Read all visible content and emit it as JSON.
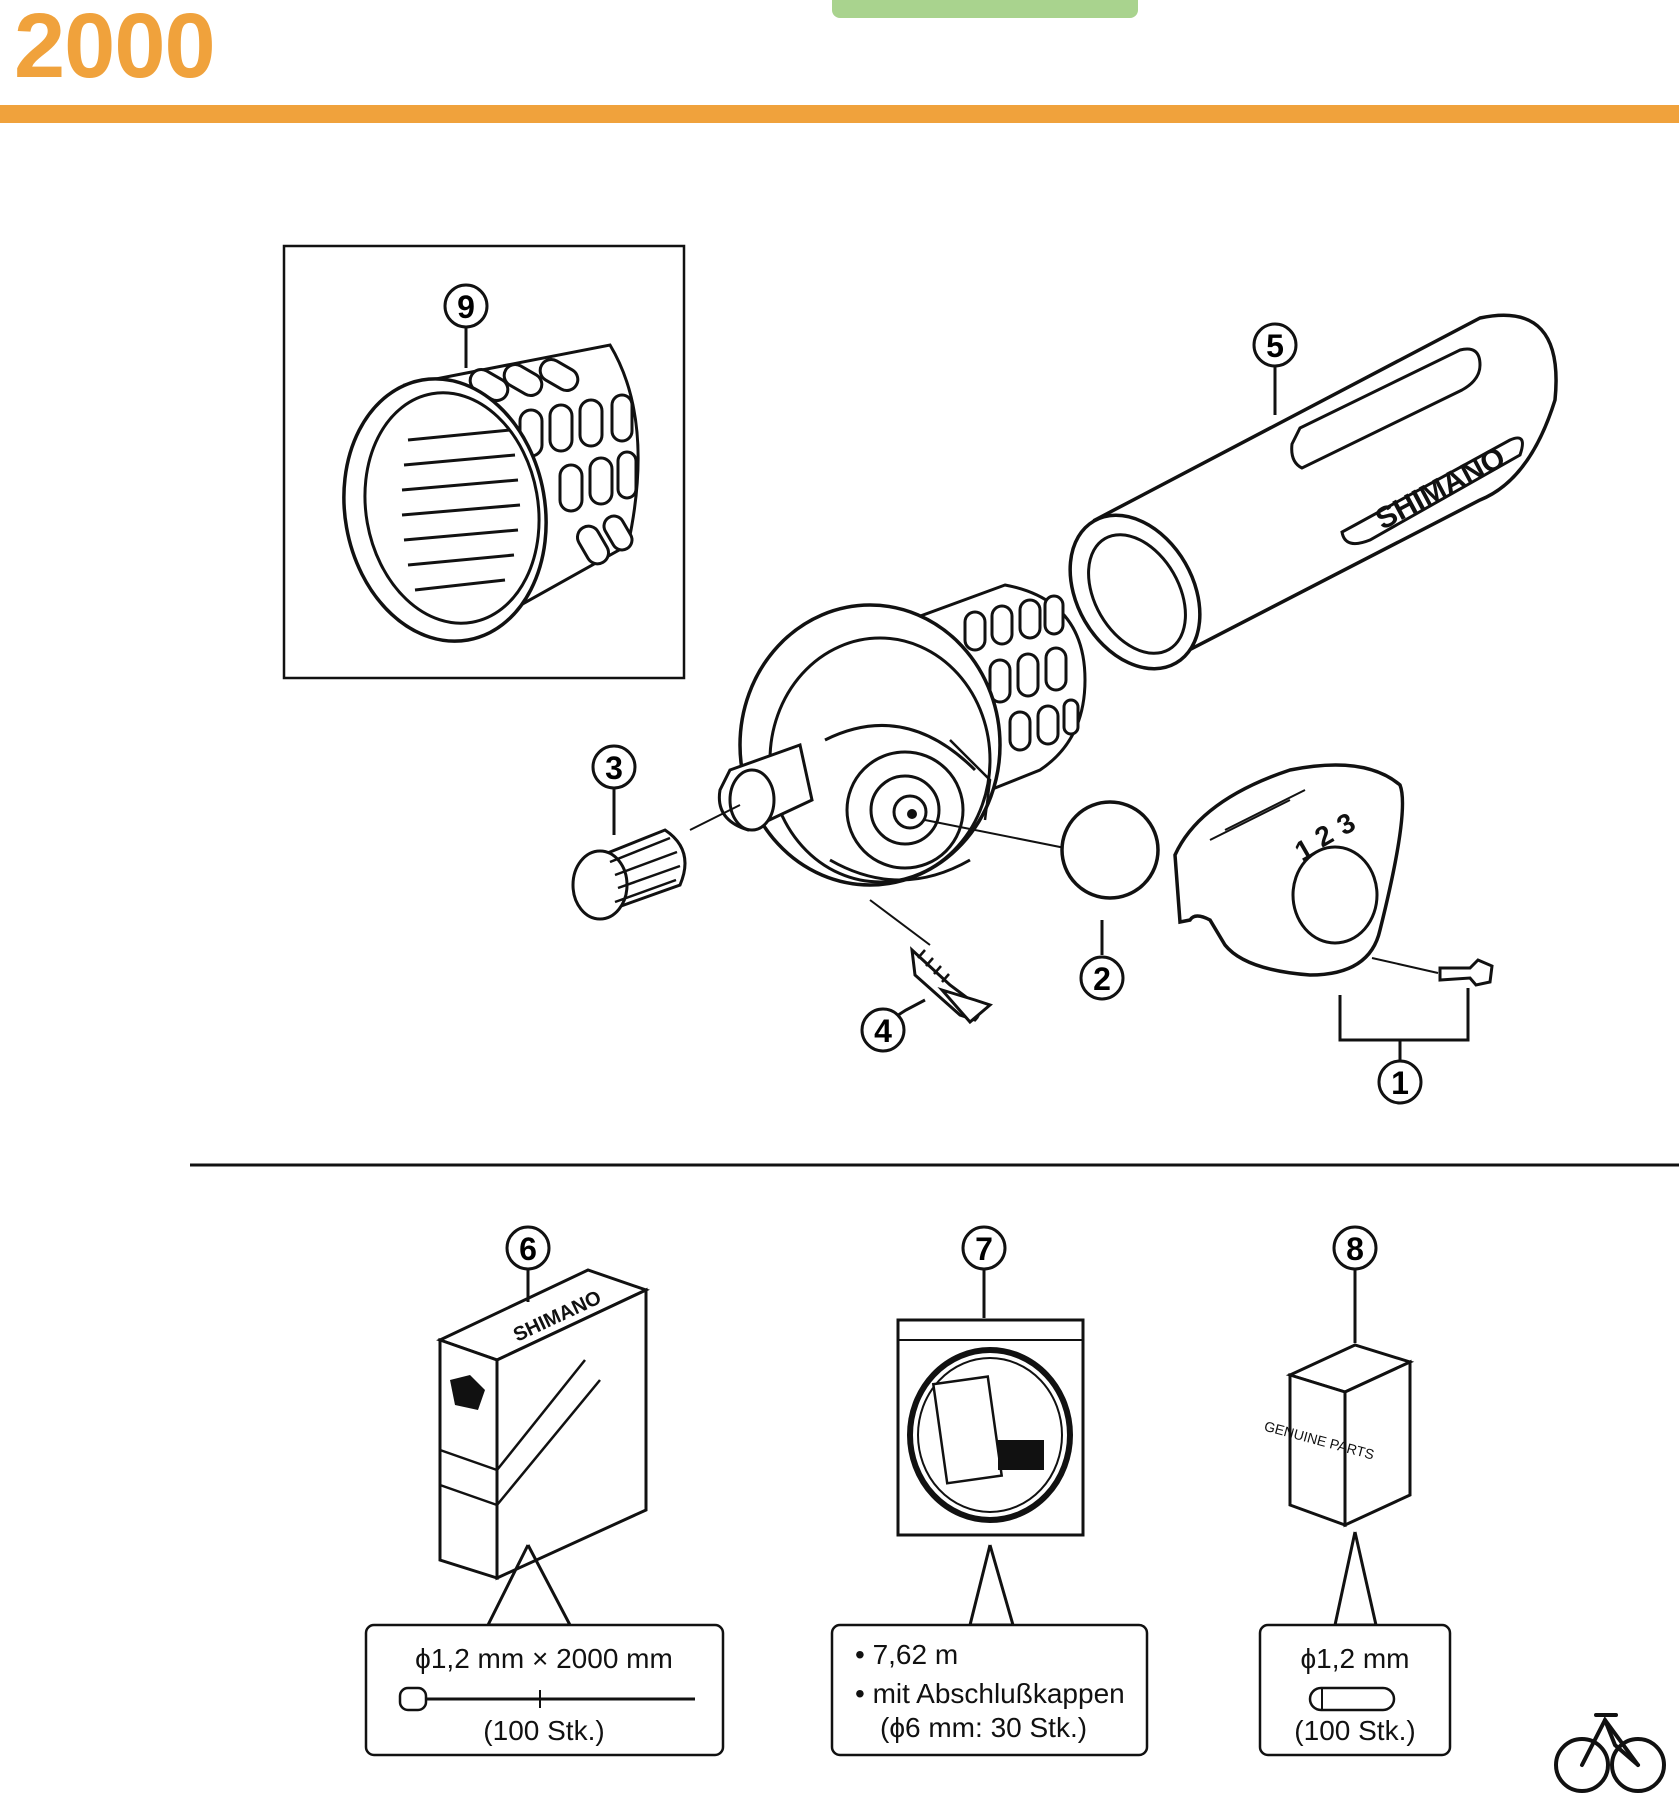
{
  "header": {
    "title": "2000",
    "accent_color": "#F0A23C",
    "tab_color": "#A9D38E"
  },
  "parts": {
    "p1": "1",
    "p2": "2",
    "p3": "3",
    "p4": "4",
    "p5": "5",
    "p6": "6",
    "p7": "7",
    "p8": "8",
    "p9": "9"
  },
  "labels": {
    "grip_brand": "SHIMANO",
    "shifter_numbers": [
      "1",
      "2",
      "3"
    ],
    "box_brand": "SHIMANO",
    "box_parts_text": "GENUINE PARTS"
  },
  "specs": {
    "cable": {
      "line1": "ϕ1,2 mm × 2000 mm",
      "line2": "(100 Stk.)"
    },
    "housing": {
      "line1": "• 7,62 m",
      "line2": "• mit Abschlußkappen",
      "line3": "(ϕ6 mm: 30 Stk.)"
    },
    "end_cap": {
      "line1": "ϕ1,2 mm",
      "line2": "(100 Stk.)"
    }
  },
  "icons": {
    "corner": "bicycle-icon"
  }
}
